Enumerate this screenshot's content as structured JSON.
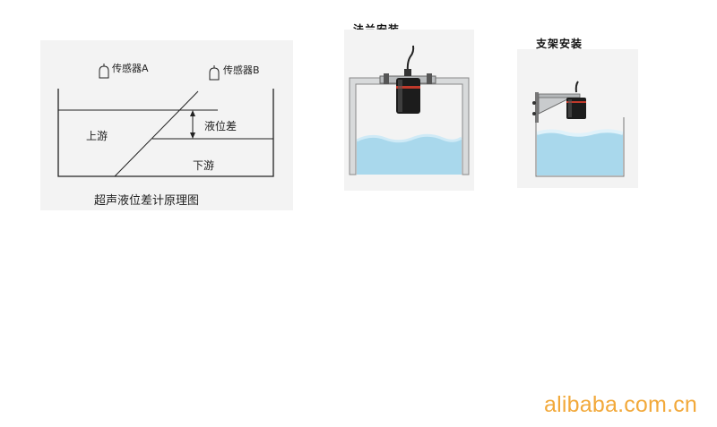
{
  "principle": {
    "sensor_a": "传感器A",
    "sensor_b": "传感器B",
    "upstream": "上游",
    "downstream": "下游",
    "level_diff": "液位差",
    "caption": "超声液位差计原理图"
  },
  "flange_mount": {
    "title": "法兰安装"
  },
  "bracket_mount": {
    "title": "支架安装"
  },
  "watermark": "alibaba.com.cn",
  "colors": {
    "water": "#a9d8ec",
    "water_light": "#d6eef8",
    "frame": "#d8dadb",
    "sensor_body": "#1c1c1c",
    "sensor_band": "#c0392b",
    "watermark": "#f2a93b"
  }
}
